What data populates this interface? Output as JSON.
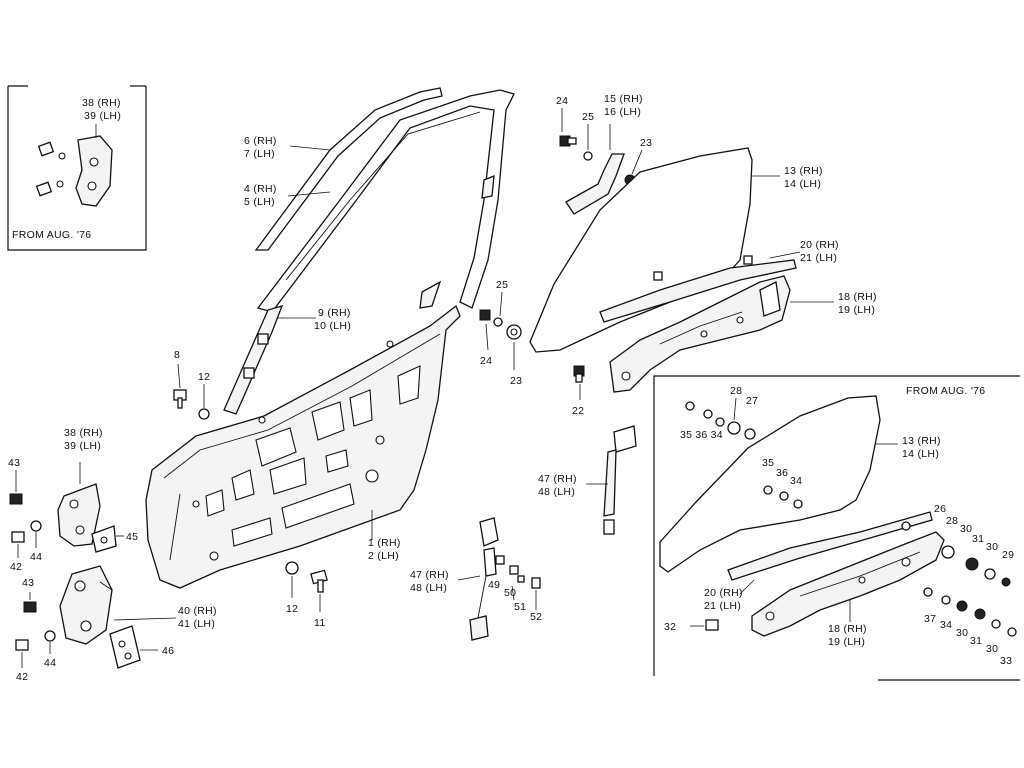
{
  "inset_notes": {
    "top_left": "FROM AUG. '76",
    "right": "FROM AUG. '76"
  },
  "labels": {
    "l38_39_inset": [
      "38 (RH)",
      "39 (LH)"
    ],
    "l6_7": [
      "6 (RH)",
      "7 (LH)"
    ],
    "l4_5": [
      "4 (RH)",
      "5 (LH)"
    ],
    "l9_10": [
      "9 (RH)",
      "10 (LH)"
    ],
    "l8": "8",
    "l12_a": "12",
    "l38_39": [
      "38 (RH)",
      "39 (LH)"
    ],
    "l43_a": "43",
    "l44_a": "44",
    "l42_a": "42",
    "l45": "45",
    "l43_b": "43",
    "l44_b": "44",
    "l42_b": "42",
    "l40_41": [
      "40 (RH)",
      "41 (LH)"
    ],
    "l46": "46",
    "l12_b": "12",
    "l11": "11",
    "l1_2": [
      "1 (RH)",
      "2 (LH)"
    ],
    "l47_48_a": [
      "47 (RH)",
      "48 (LH)"
    ],
    "l49": "49",
    "l50": "50",
    "l51": "51",
    "l52": "52",
    "l25_a": "25",
    "l24_a": "24",
    "l23_a": "23",
    "l24_top": "24",
    "l25_top": "25",
    "l15_16": [
      "15 (RH)",
      "16 (LH)"
    ],
    "l23_top": "23",
    "l13_14": [
      "13 (RH)",
      "14 (LH)"
    ],
    "l20_21": [
      "20 (RH)",
      "21 (LH)"
    ],
    "l18_19": [
      "18 (RH)",
      "19 (LH)"
    ],
    "l22": "22",
    "l47_48_b": [
      "47 (RH)",
      "48 (LH)"
    ],
    "r28": "28",
    "r27": "27",
    "r35_36_34_a": [
      "35",
      "36",
      "34"
    ],
    "r13_14": [
      "13 (RH)",
      "14 (LH)"
    ],
    "r35_36_34_b": [
      "35",
      "36",
      "34"
    ],
    "r26": "26",
    "r28b": "28",
    "r30a": "30",
    "r31a": "31",
    "r30b": "30",
    "r29": "29",
    "r20_21": [
      "20 (RH)",
      "21 (LH)"
    ],
    "r32": "32",
    "r18_19": [
      "18 (RH)",
      "19 (LH)"
    ],
    "r37": "37",
    "r34": "34",
    "r30c": "30",
    "r31b": "31",
    "r30d": "30",
    "r33": "33"
  }
}
